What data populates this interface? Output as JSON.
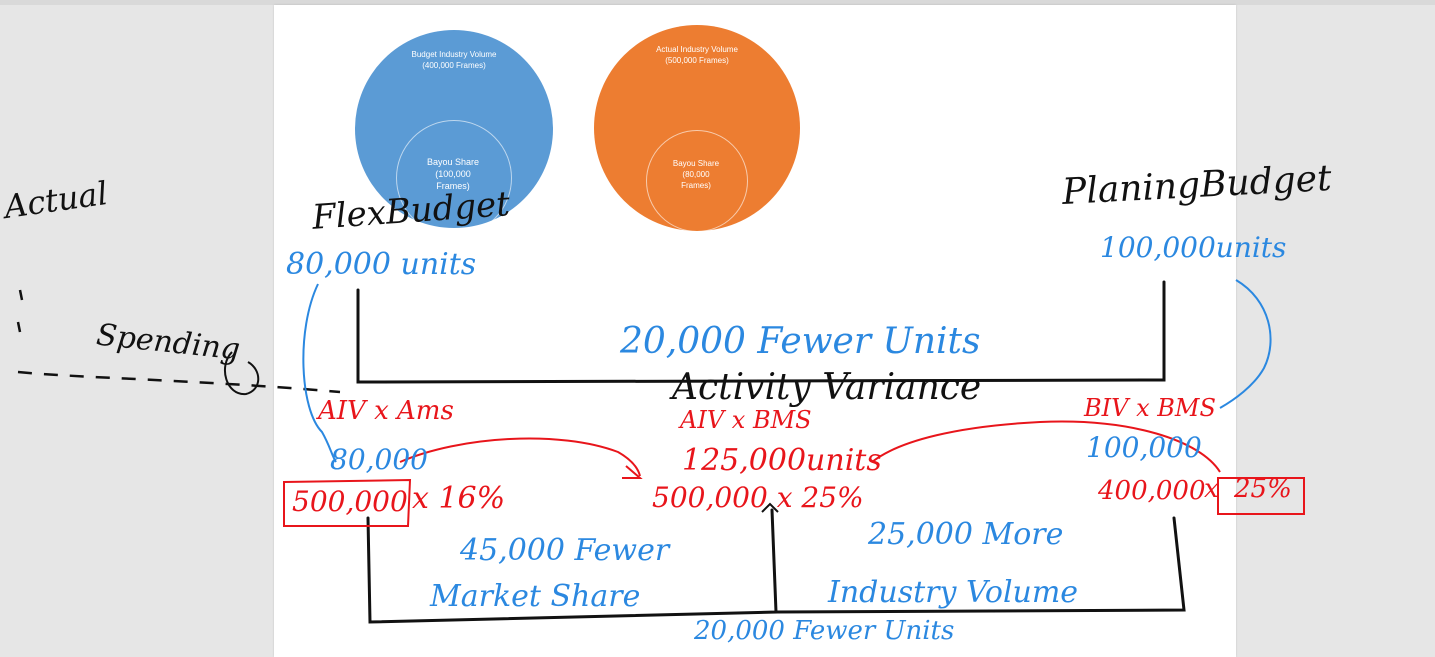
{
  "colors": {
    "page_bg": "#ffffff",
    "desktop_bg": "#e6e6e6",
    "circle_blue": "#5b9bd5",
    "circle_orange": "#ed7d31",
    "ink_black": "#111111",
    "ink_blue": "#2b88e0",
    "ink_red": "#e8151b"
  },
  "diagram": {
    "budget_circle": {
      "outer_title": "Budget Industry Volume",
      "outer_sub": "(400,000 Frames)",
      "inner_line1": "Bayou Share",
      "inner_line2": "(100,000",
      "inner_line3": "Frames)"
    },
    "actual_circle": {
      "outer_title": "Actual Industry Volume",
      "outer_sub": "(500,000 Frames)",
      "inner_line1": "Bayou Share",
      "inner_line2": "(80,000",
      "inner_line3": "Frames)"
    }
  },
  "annotations": {
    "actual": "Actual",
    "flex_budget": "FlexBudget",
    "planning_budget": "PlaningBudget",
    "flex_units": "80,000 units",
    "planning_units": "100,000units",
    "spending": "Spending",
    "fewer_units_top": "20,000 Fewer Units",
    "activity_variance": "Activity Variance",
    "aiv_ams": "AIV x Ams",
    "aiv_bms": "AIV x BMS",
    "biv_bms": "BIV x BMS",
    "val_80000": "80,000",
    "val_125000": "125,000units",
    "val_100000": "100,000",
    "calc_left_amt": "500,000",
    "calc_left_op": "x 16%",
    "calc_mid": "500,000 x 25%",
    "calc_right_amt": "400,000",
    "calc_right_op": "x",
    "calc_right_pct": "25%",
    "market_share_amt": "45,000 Fewer",
    "market_share_label": "Market Share",
    "industry_amt": "25,000 More",
    "industry_label": "Industry Volume",
    "fewer_units_bottom": "20,000 Fewer Units"
  }
}
